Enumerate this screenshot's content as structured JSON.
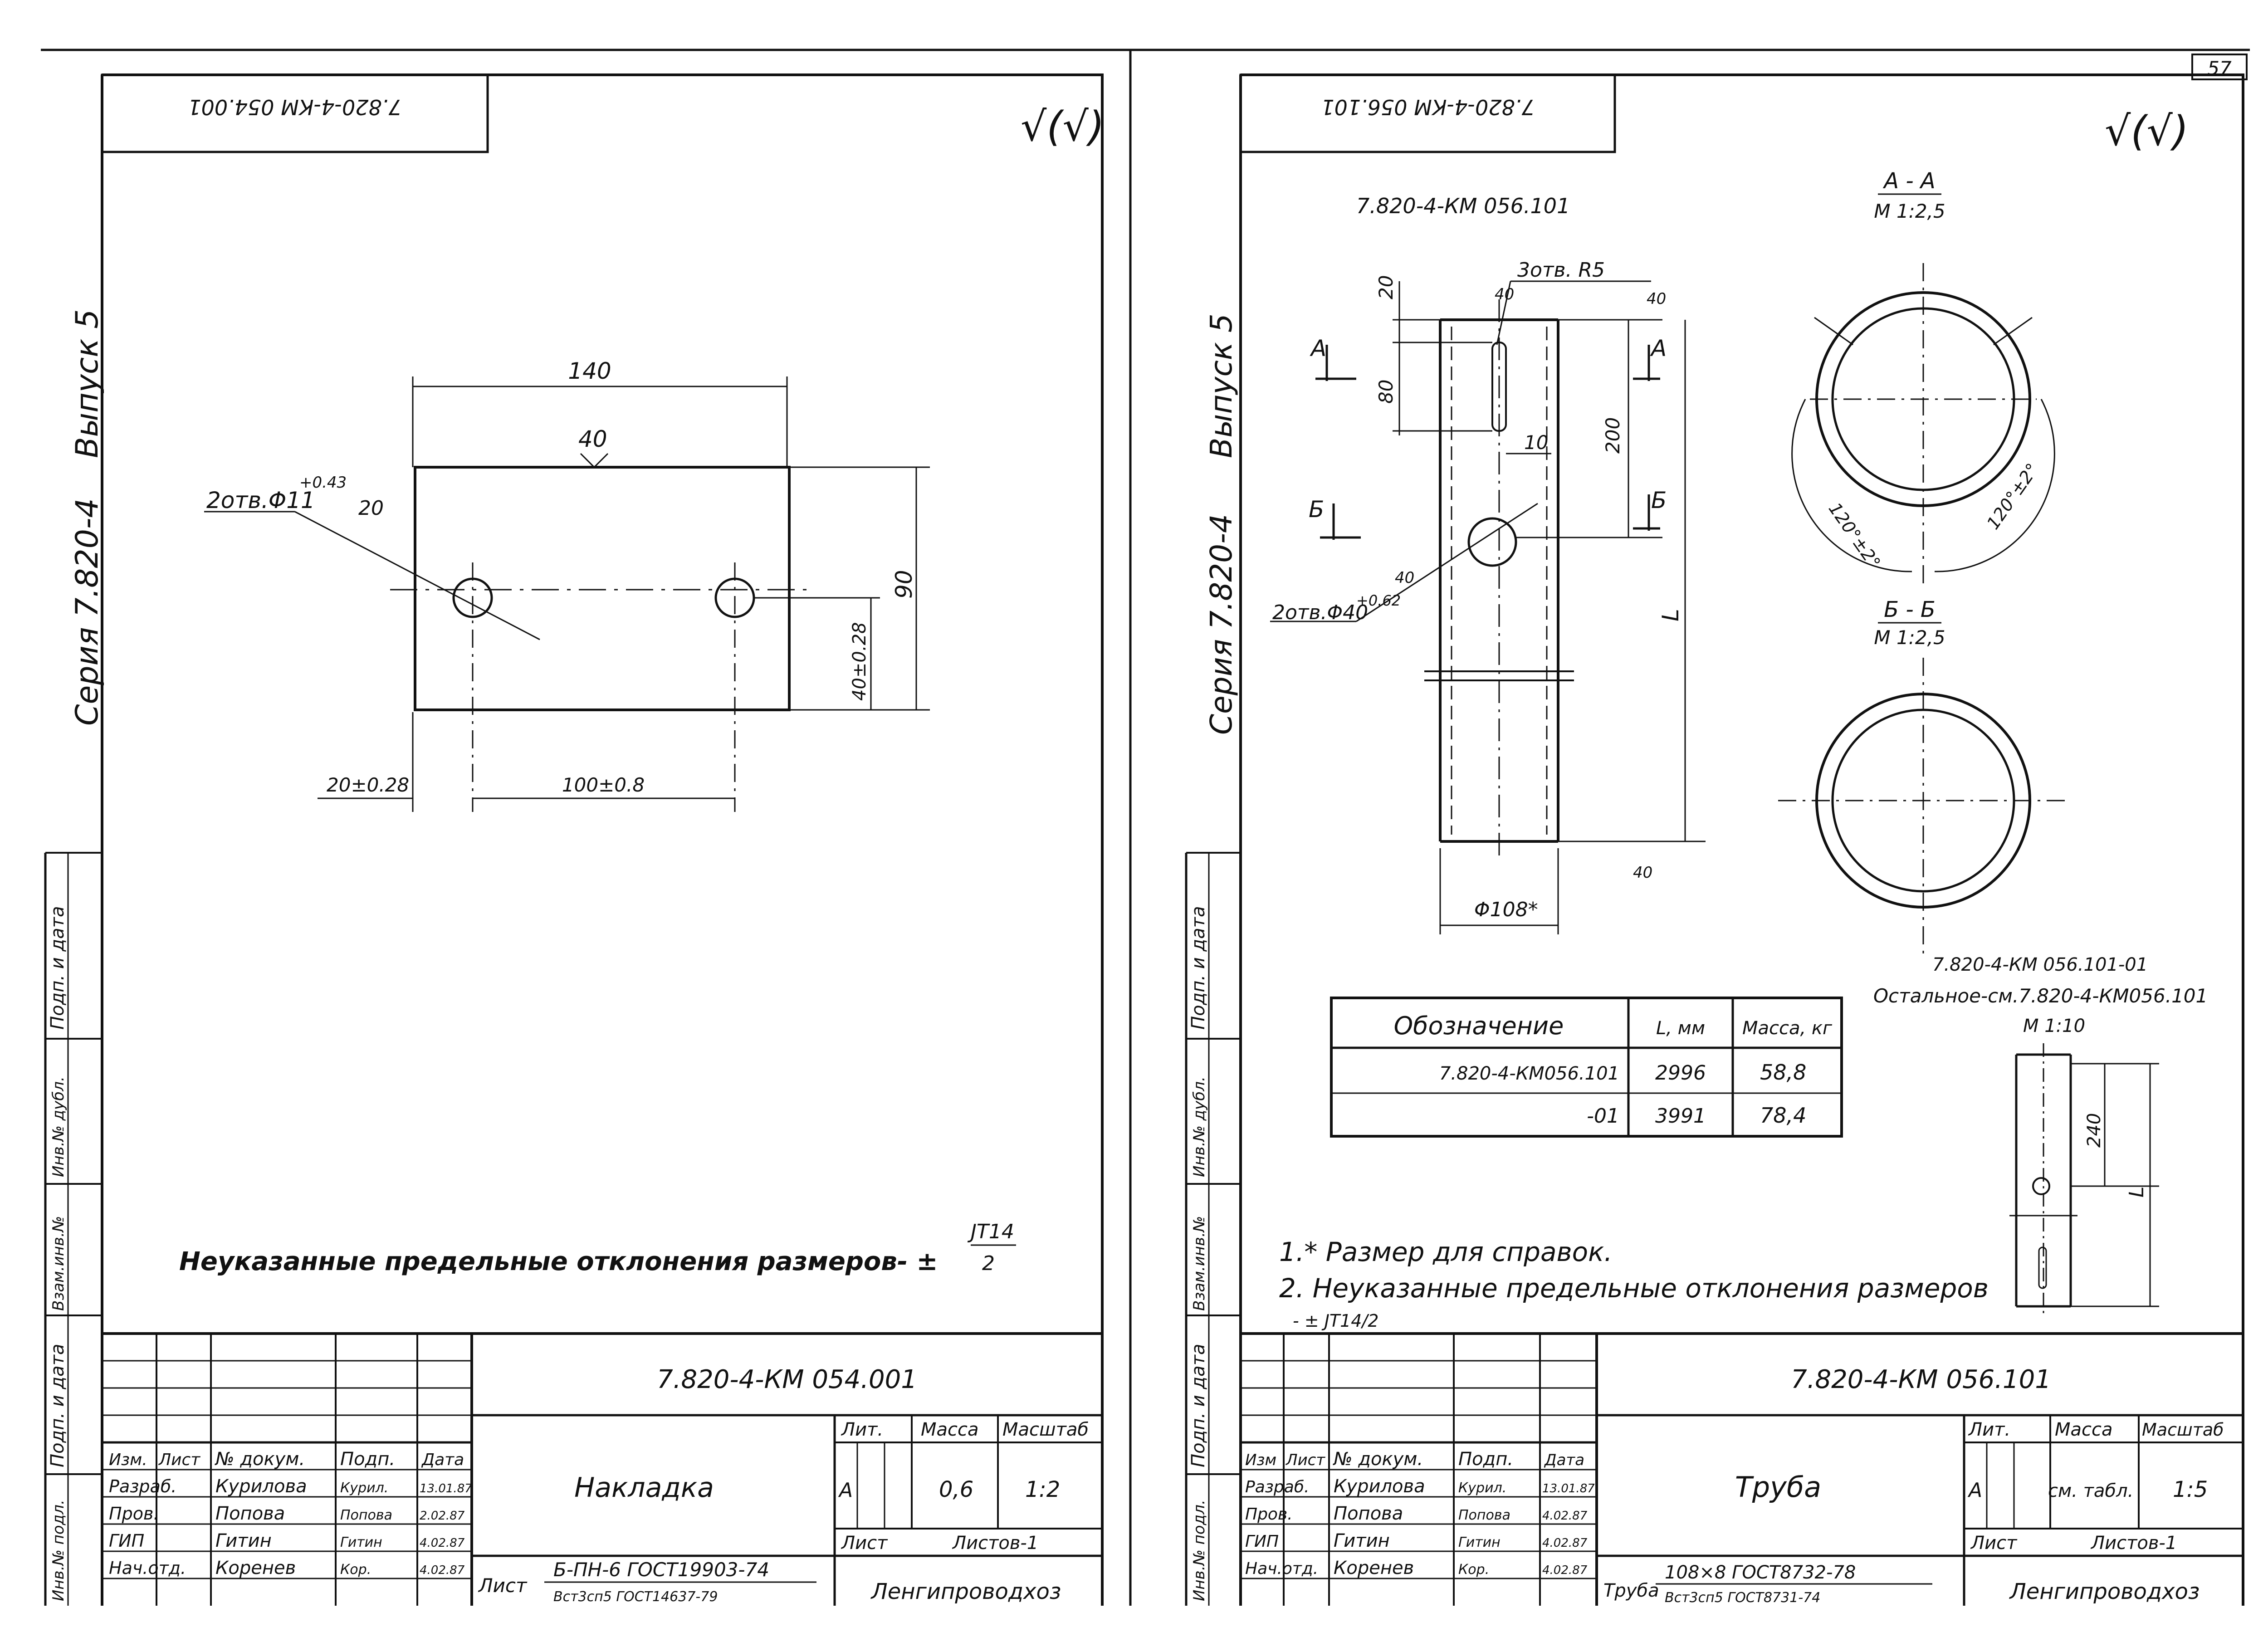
{
  "page_number": "57",
  "left_sheet": {
    "stamp": "7.820-4-КМ 054.001",
    "roughness": "√(√)",
    "side_series": "Серия 7.820-4",
    "side_issue": "Выпуск 5",
    "dim_width": "140",
    "dim_height": "90",
    "dim_hole_offset": "40±0.28",
    "dim_left_offset": "20±0.28",
    "dim_hole_spacing": "100±0.8",
    "weld": "40",
    "hole_callout": "2отв.Φ11",
    "hole_tol": "+0.43",
    "hole_weld": "20",
    "note": "Неуказанные предельные отклонения размеров- ±",
    "note_frac_top": "JT14",
    "note_frac_bottom": "2",
    "title_block": {
      "doc_code": "7.820-4-КМ 054.001",
      "name": "Накладка",
      "lit": "Лит.",
      "mass_label": "Масса",
      "scale_label": "Масштаб",
      "lit_value": "А",
      "mass": "0,6",
      "scale": "1:2",
      "sheet_label": "Лист",
      "sheets_label": "Листов-1",
      "material_prefix": "Лист",
      "material": "Б-ПН-6 ГОСТ19903-74",
      "material_sub": "Вст3сп5 ГОСТ14637-79",
      "org": "Ленгипроводхоз",
      "hdr": [
        "Изм.",
        "Лист",
        "№ докум.",
        "Подп.",
        "Дата"
      ],
      "rows": [
        {
          "role": "Разраб.",
          "name": "Курилова",
          "sign": "Курил.",
          "date": "13.01.87"
        },
        {
          "role": "Пров.",
          "name": "Попова",
          "sign": "Попова",
          "date": "2.02.87"
        },
        {
          "role": "ГИП",
          "name": "Гитин",
          "sign": "Гитин",
          "date": "4.02.87"
        },
        {
          "role": "Нач.отд.",
          "name": "Коренев",
          "sign": "Кор.",
          "date": "4.02.87"
        }
      ]
    },
    "left_strip": [
      "Подп. и дата",
      "Инв.№ дубл.",
      "Взам.инв.№",
      "Подп. и дата",
      "Инв.№ подл."
    ]
  },
  "right_sheet": {
    "stamp": "7.820-4-КМ 056.101",
    "roughness": "√(√)",
    "side_series": "Серия 7.820-4",
    "side_issue": "Выпуск 5",
    "part_label": "7.820-4-КМ 056.101",
    "dim_20": "20",
    "dim_80": "80",
    "dim_200": "200",
    "dim_10": "10",
    "dim_L": "L",
    "dim_diam": "Φ108*",
    "slot_callout": "3отв. R5",
    "weld_40a": "40",
    "weld_40b": "40",
    "weld_40c": "40",
    "weld_40d": "40",
    "hole_callout": "2отв.Φ40",
    "hole_tol": "+0.62",
    "cut_A": "А",
    "cut_B": "Б",
    "section_A_title": "А - А",
    "section_A_scale": "М 1:2,5",
    "section_B_title": "Б - Б",
    "section_B_scale": "М 1:2,5",
    "angle": "120°±2°",
    "variant_label": "7.820-4-КМ 056.101-01",
    "variant_note": "Остальное-см.7.820-4-КМ056.101",
    "variant_scale": "М 1:10",
    "variant_dim": "240",
    "variant_L": "L",
    "table_headers": [
      "Обозначение",
      "L, мм",
      "Масса, кг"
    ],
    "table_rows": [
      [
        "7.820-4-КМ056.101",
        "2996",
        "58,8"
      ],
      [
        "-01",
        "3991",
        "78,4"
      ]
    ],
    "notes": [
      "1.* Размер для справок.",
      "2. Неуказанные предельные отклонения размеров"
    ],
    "note_tail": "- ± JT14/2",
    "title_block": {
      "doc_code": "7.820-4-КМ 056.101",
      "name": "Труба",
      "lit": "Лит.",
      "mass_label": "Масса",
      "scale_label": "Масштаб",
      "lit_value": "А",
      "mass": "см. табл.",
      "scale": "1:5",
      "sheet_label": "Лист",
      "sheets_label": "Листов-1",
      "material_prefix": "Труба",
      "material": "108×8 ГОСТ8732-78",
      "material_sub": "Вст3сп5 ГОСТ8731-74",
      "org": "Ленгипроводхоз",
      "hdr": [
        "Изм",
        "Лист",
        "№ докум.",
        "Подп.",
        "Дата"
      ],
      "rows": [
        {
          "role": "Разраб.",
          "name": "Курилова",
          "sign": "Курил.",
          "date": "13.01.87"
        },
        {
          "role": "Пров.",
          "name": "Попова",
          "sign": "Попова",
          "date": "4.02.87"
        },
        {
          "role": "ГИП",
          "name": "Гитин",
          "sign": "Гитин",
          "date": "4.02.87"
        },
        {
          "role": "Нач.отд.",
          "name": "Коренев",
          "sign": "Кор.",
          "date": "4.02.87"
        }
      ]
    },
    "left_strip": [
      "Подп. и дата",
      "Инв.№ дубл.",
      "Взам.инв.№",
      "Подп. и дата",
      "Инв.№ подл."
    ]
  }
}
